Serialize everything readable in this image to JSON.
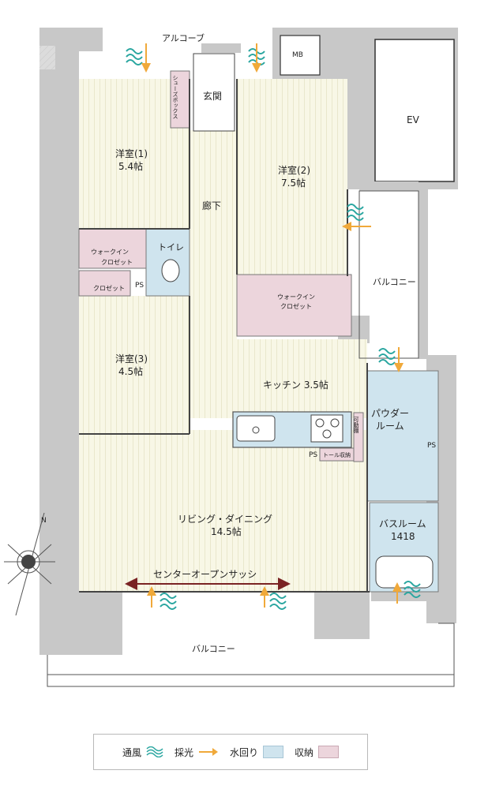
{
  "labels": {
    "alcove": "アルコーブ",
    "mb": "MB",
    "entrance": "玄関",
    "shoes_box": "シューズボックス",
    "ev": "EV",
    "room1_name": "洋室(1)",
    "room1_size": "5.4帖",
    "room2_name": "洋室(2)",
    "room2_size": "7.5帖",
    "room3_name": "洋室(3)",
    "room3_size": "4.5帖",
    "hallway": "廊下",
    "walkin1_line1": "ウォークイン",
    "walkin1_line2": "クロゼット",
    "walkin2_line1": "ウォークイン",
    "walkin2_line2": "クロゼット",
    "toilet": "トイレ",
    "closet": "クロゼット",
    "ps1": "PS",
    "ps2": "PS",
    "ps3": "PS",
    "kitchen": "キッチン 3.5帖",
    "movable_shelf": "可動棚",
    "toilet_storage": "トール収納",
    "powder_room_line1": "パウダー",
    "powder_room_line2": "ルーム",
    "bathroom_line1": "バスルーム",
    "bathroom_line2": "1418",
    "living_line1": "リビング・ダイニング",
    "living_line2": "14.5帖",
    "center_sash": "センターオープンサッシ",
    "balcony_side": "バルコニー",
    "balcony_bottom": "バルコニー",
    "compass_n": "N"
  },
  "legend": {
    "ventilation": "通風",
    "daylight": "採光",
    "water": "水回り",
    "storage": "収納"
  },
  "colors": {
    "floor": "#f7f6e4",
    "water": "#cfe4ee",
    "storage": "#ecd5dc",
    "wall": "#c4c4c4",
    "light_arrow": "#f0a93a",
    "wind": "#2aa6a0",
    "sash_arrow": "#7a2323"
  }
}
